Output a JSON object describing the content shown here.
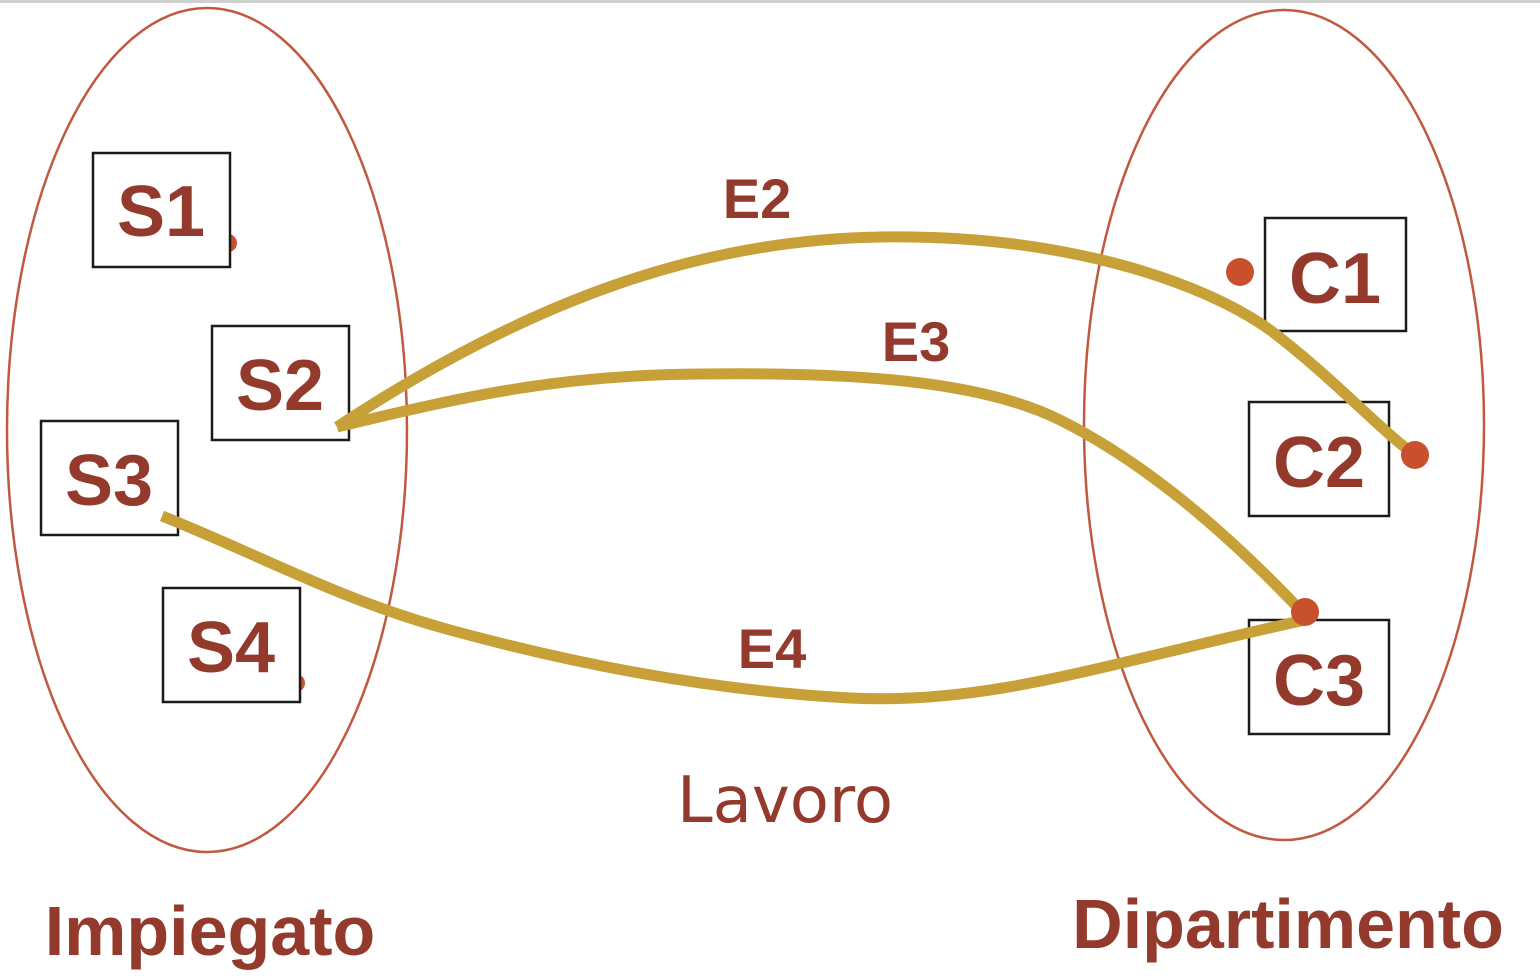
{
  "colors": {
    "accent_text": "#933A2C",
    "ellipse_stroke": "#C0593F",
    "edge_stroke": "#C7A038",
    "dot_fill": "#C9502C"
  },
  "sets": {
    "left": {
      "label": "Impiegato",
      "elements": [
        "S1",
        "S2",
        "S3",
        "S4"
      ]
    },
    "right": {
      "label": "Dipartimento",
      "elements": [
        "C1",
        "C2",
        "C3"
      ]
    }
  },
  "relationship": {
    "label": "Lavoro",
    "edges": [
      {
        "label": "E2",
        "from": "S2",
        "to": "C2"
      },
      {
        "label": "E3",
        "from": "S2",
        "to": "C3"
      },
      {
        "label": "E4",
        "from": "S3",
        "to": "C3"
      }
    ]
  }
}
